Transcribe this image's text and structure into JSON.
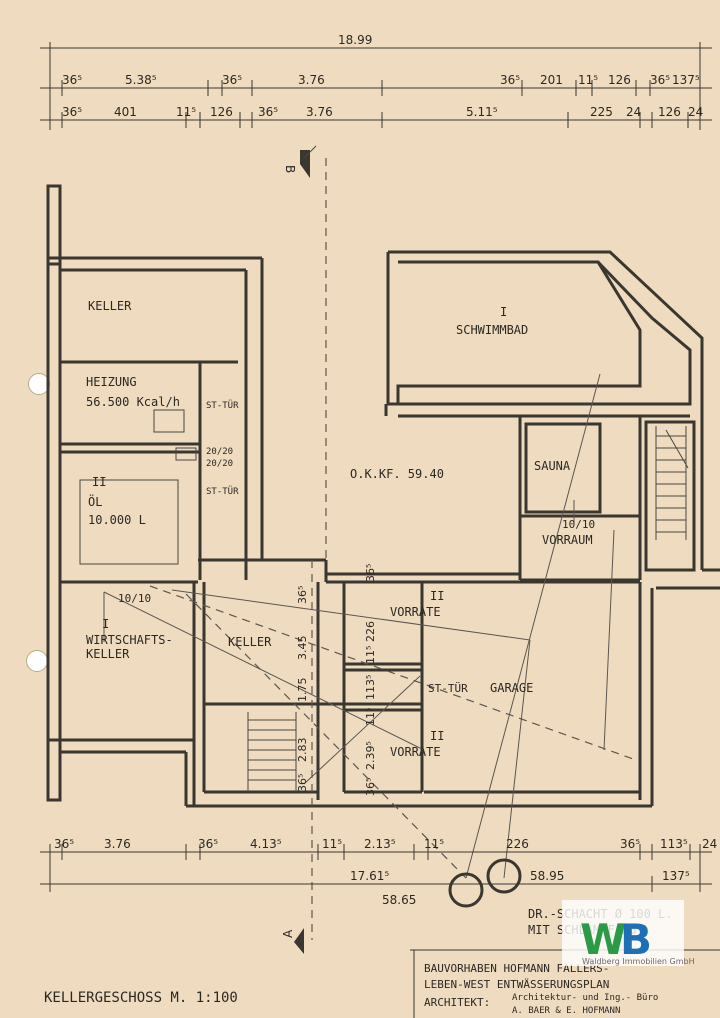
{
  "title": "KELLERGESCHOSS  M. 1:100",
  "dimensions": {
    "overall": "18.99",
    "row1": [
      "36⁵",
      "5.38⁵",
      "36⁵",
      "3.76",
      "36⁵",
      "201",
      "11⁵",
      "126",
      "36⁵",
      "137⁵"
    ],
    "row2": [
      "36⁵",
      "401",
      "11⁵",
      "126",
      "36⁵",
      "3.76",
      "5.11⁵",
      "225",
      "24",
      "126",
      "24"
    ],
    "bottom_row1": [
      "36⁵",
      "3.76",
      "36⁵",
      "4.13⁵",
      "11⁵",
      "2.13⁵",
      "11⁵",
      "226",
      "36⁵",
      "113⁵",
      "24"
    ],
    "bottom_row2": [
      "17.61⁵",
      "137⁵"
    ],
    "vertical": [
      "36⁵",
      "3.45",
      "1.75",
      "2.83",
      "36⁵",
      "36⁵",
      "226",
      "11⁵",
      "113⁵",
      "11⁵",
      "2.39⁵",
      "36⁵"
    ]
  },
  "section_marks": {
    "top": "B",
    "bottom": "A"
  },
  "rooms": [
    {
      "id": "keller-1",
      "name": "KELLER"
    },
    {
      "id": "heizung",
      "name": "HEIZUNG",
      "note": "56.500 Kcal/h"
    },
    {
      "id": "oel",
      "name": "ÖL",
      "note": "10.000 L",
      "level": "II"
    },
    {
      "id": "st-tuer-1",
      "name": "ST-TÜR"
    },
    {
      "id": "st-tuer-2",
      "name": "ST-TÜR"
    },
    {
      "id": "schwimmbad",
      "name": "SCHWIMMBAD",
      "level": "I"
    },
    {
      "id": "okf",
      "name": "O.K.KF. 59.40"
    },
    {
      "id": "sauna",
      "name": "SAUNA"
    },
    {
      "id": "vorraum",
      "name": "VORRAUM",
      "note": "10/10"
    },
    {
      "id": "wirtschaftskeller",
      "name": "WIRTSCHAFTS-\nKELLER",
      "level": "I",
      "note": "10/10"
    },
    {
      "id": "keller-2",
      "name": "KELLER"
    },
    {
      "id": "vorrate-1",
      "name": "VORRATE",
      "level": "II"
    },
    {
      "id": "vorrate-2",
      "name": "VORRATE",
      "level": "II"
    },
    {
      "id": "st-tuer-3",
      "name": "ST-TÜR"
    },
    {
      "id": "garage",
      "name": "GARAGE"
    }
  ],
  "door_sizes": [
    "20/20",
    "20/20"
  ],
  "manholes": [
    "58.65",
    "58.95"
  ],
  "notes": [
    "DR.-SCHACHT Ø 100 L.",
    "MIT SCHLAMMFANG"
  ],
  "titleblock": {
    "line1": "BAUVORHABEN HOFMANN FALLERS-",
    "line2": "LEBEN-WEST ENTWÄSSERUNGSPLAN",
    "line3": "ARCHITEKT:",
    "architect_sub": "Architektur- und Ing.- Büro",
    "architect": "A. BAER & E. HOFMANN"
  },
  "logo": {
    "text": "WB",
    "caption": "Waldberg Immobilien GmbH"
  },
  "colors": {
    "paper": "#efdcc0",
    "ink": "#3a3630",
    "logo_blue": "#1f6fb6",
    "logo_green": "#2b9a46"
  }
}
